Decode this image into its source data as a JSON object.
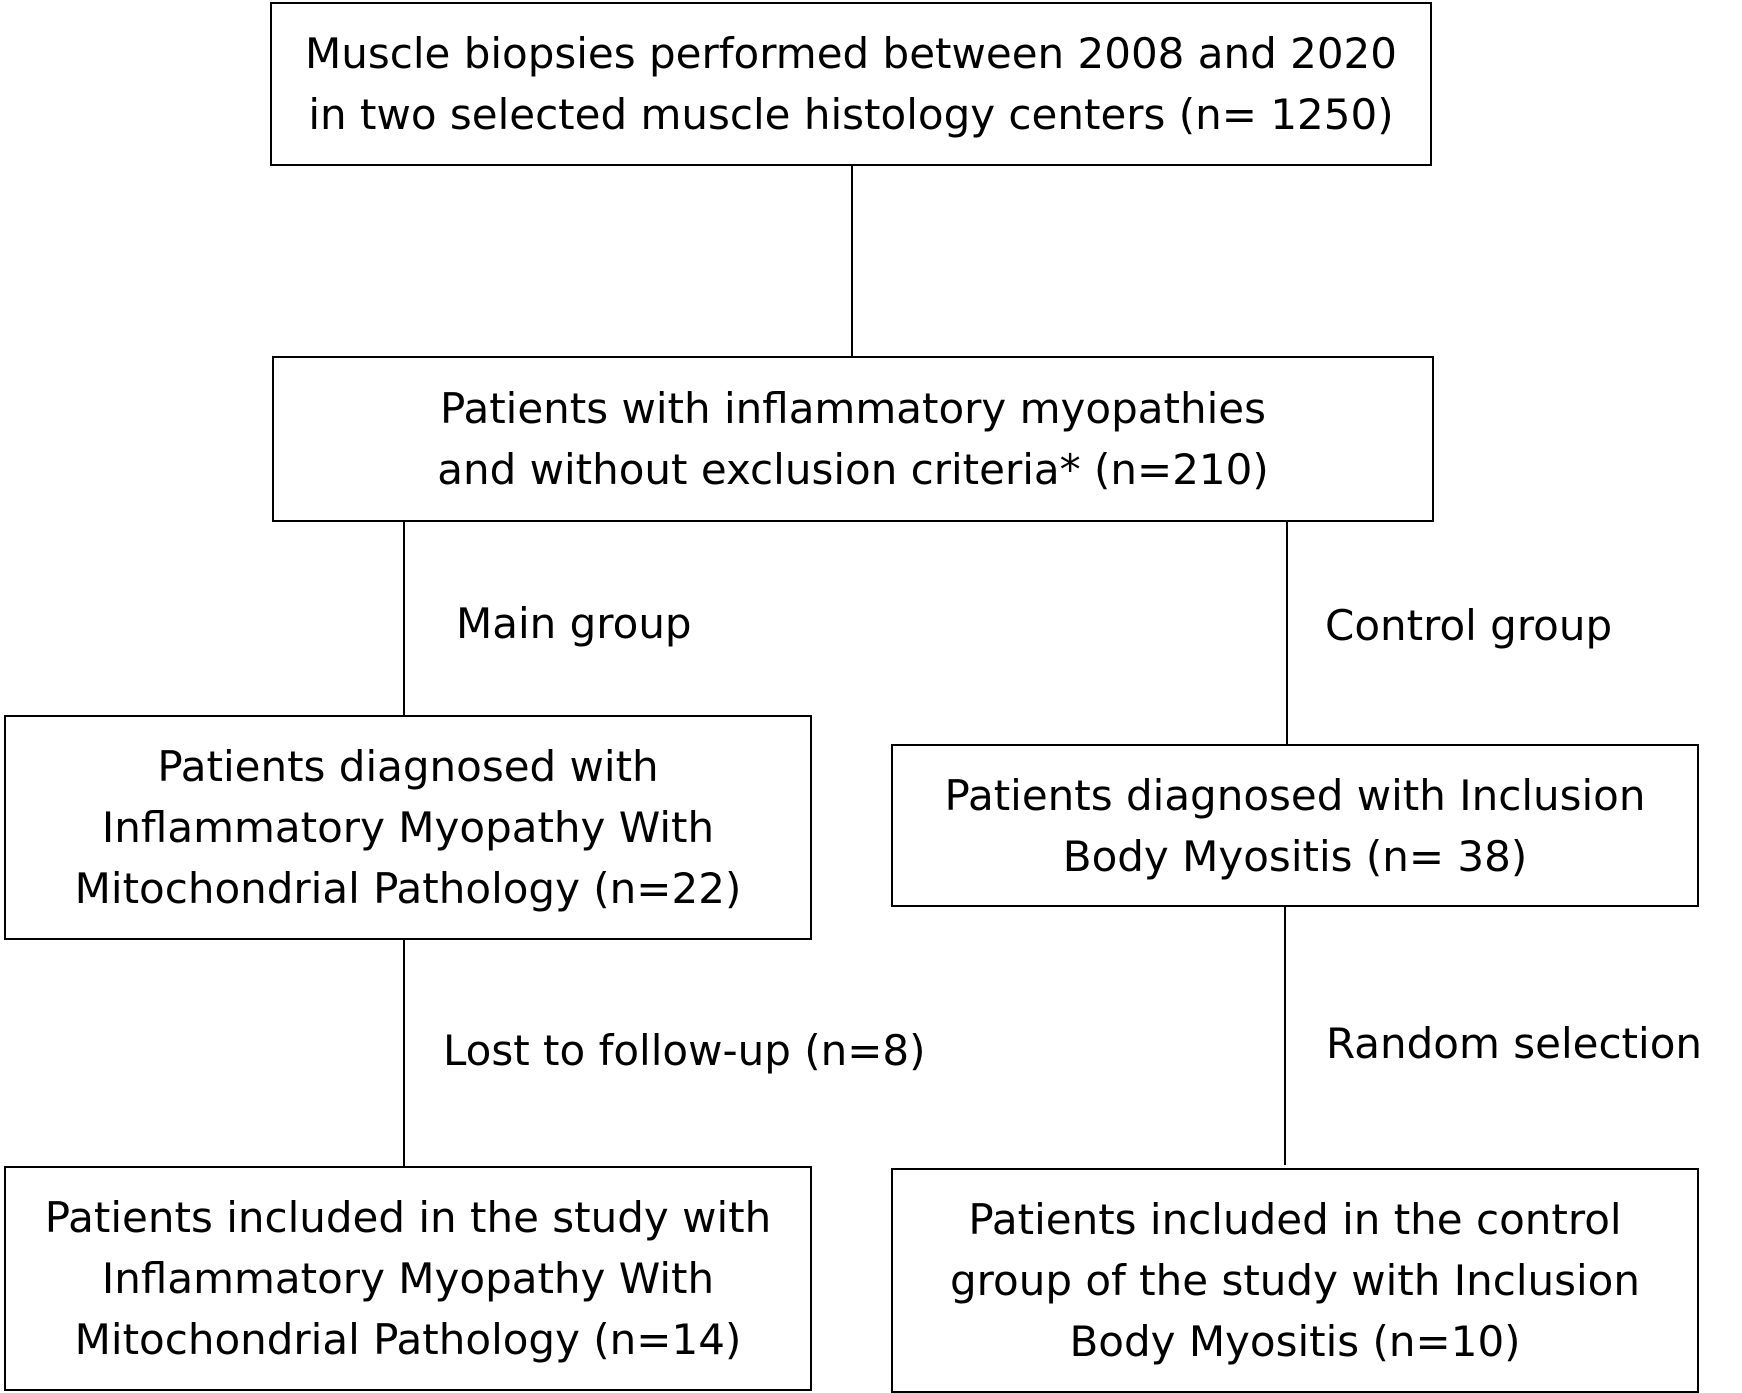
{
  "boxes": {
    "biopsies": {
      "lines": [
        "Muscle biopsies performed between 2008 and 2020",
        "in two selected muscle histology centers (n= 1250)"
      ]
    },
    "inflammatory": {
      "lines": [
        "Patients with inflammatory myopathies",
        "and without exclusion criteria* (n=210)"
      ]
    },
    "main_diagnosed": {
      "lines": [
        "Patients diagnosed with",
        "Inflammatory Myopathy With",
        "Mitochondrial Pathology (n=22)"
      ]
    },
    "control_diagnosed": {
      "lines": [
        "Patients diagnosed with Inclusion",
        "Body Myositis (n= 38)"
      ]
    },
    "main_included": {
      "lines": [
        "Patients included in the study with",
        "Inflammatory Myopathy With",
        "Mitochondrial Pathology (n=14)"
      ]
    },
    "control_included": {
      "lines": [
        "Patients included in the control",
        "group of the study with Inclusion",
        "Body Myositis (n=10)"
      ]
    }
  },
  "labels": {
    "main_group": "Main group",
    "control_group": "Control group",
    "lost_to_follow_up": "Lost to follow-up (n=8)",
    "random_selection": "Random selection"
  }
}
